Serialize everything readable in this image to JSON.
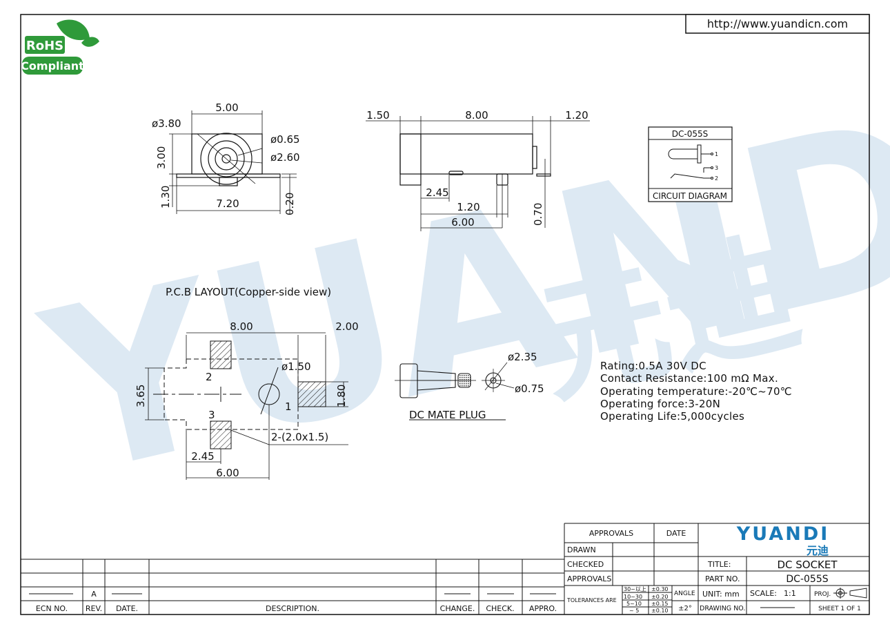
{
  "header": {
    "url": "http://www.yuandicn.com",
    "rohs_line1": "RoHS",
    "rohs_line2": "Compliant"
  },
  "watermark": {
    "brand": "YUANDI",
    "chinese": "元迪"
  },
  "front_view": {
    "width": "5.00",
    "outer_dia": "ø3.80",
    "pin_dia": "ø0.65",
    "hole_dia": "ø2.60",
    "height": "3.00",
    "lower_height": "1.30",
    "base_width": "7.20",
    "tab": "0.20"
  },
  "side_view": {
    "left": "1.50",
    "body": "8.00",
    "right": "1.20",
    "d1": "2.45",
    "d2": "1.20",
    "d3": "6.00",
    "d4": "0.70"
  },
  "circuit": {
    "title": "DC-055S",
    "caption": "CIRCUIT  DIAGRAM",
    "pin1": "1",
    "pin2": "2",
    "pin3": "3"
  },
  "pcb": {
    "title": "P.C.B  LAYOUT(Copper-side  view)",
    "width": "8.00",
    "right": "2.00",
    "hole": "ø1.50",
    "height": "3.65",
    "pad_h": "1.80",
    "pad_note": "2-(2.0x1.5)",
    "d1": "2.45",
    "d2": "6.00",
    "label1": "1",
    "label2": "2",
    "label3": "3"
  },
  "plug": {
    "dia1": "ø2.35",
    "dia2": "ø0.75",
    "caption": "DC  MATE  PLUG"
  },
  "specs": [
    "Rating:0.5A  30V  DC",
    "Contact  Resistance:100  mΩ  Max.",
    "Operating  temperature:-20℃~70℃",
    "Operating  force:3-20N",
    "Operating  Life:5,000cycles"
  ],
  "title_block": {
    "approvals": "APPROVALS",
    "date": "DATE",
    "drawn": "DRAWN",
    "checked": "CHECKED",
    "approvals2": "APPROVALS",
    "tolerances": "TOLERANCES  ARE",
    "tol_rows": [
      {
        "range": "30~以上",
        "tol": "±0.30"
      },
      {
        "range": "10~30",
        "tol": "±0.20"
      },
      {
        "range": "5~10",
        "tol": "±0.15"
      },
      {
        "range": "~ 5",
        "tol": "±0.10"
      }
    ],
    "angle_label": "ANGLE",
    "angle_value": "±2°",
    "logo": "YUANDI",
    "logo_cn": "元迪",
    "title_label": "TITLE:",
    "title_value": "DC  SOCKET",
    "part_label": "PART  NO.",
    "part_value": "DC-055S",
    "unit": "UNIT:  mm",
    "scale_label": "SCALE:",
    "scale_value": "1:1",
    "proj": "PROJ.",
    "drawing_label": "DRAWING  NO.",
    "sheet": "SHEET   1  OF  1"
  },
  "revision_block": {
    "rev": "A",
    "headers": [
      "ECN  NO.",
      "REV.",
      "DATE.",
      "DESCRIPTION.",
      "CHANGE.",
      "CHECK.",
      "APPRO."
    ]
  },
  "colors": {
    "watermark": "#dde9f3",
    "logo_blue": "#1a7ab8",
    "rohs_green": "#2f9a3a",
    "ink": "#111111"
  }
}
